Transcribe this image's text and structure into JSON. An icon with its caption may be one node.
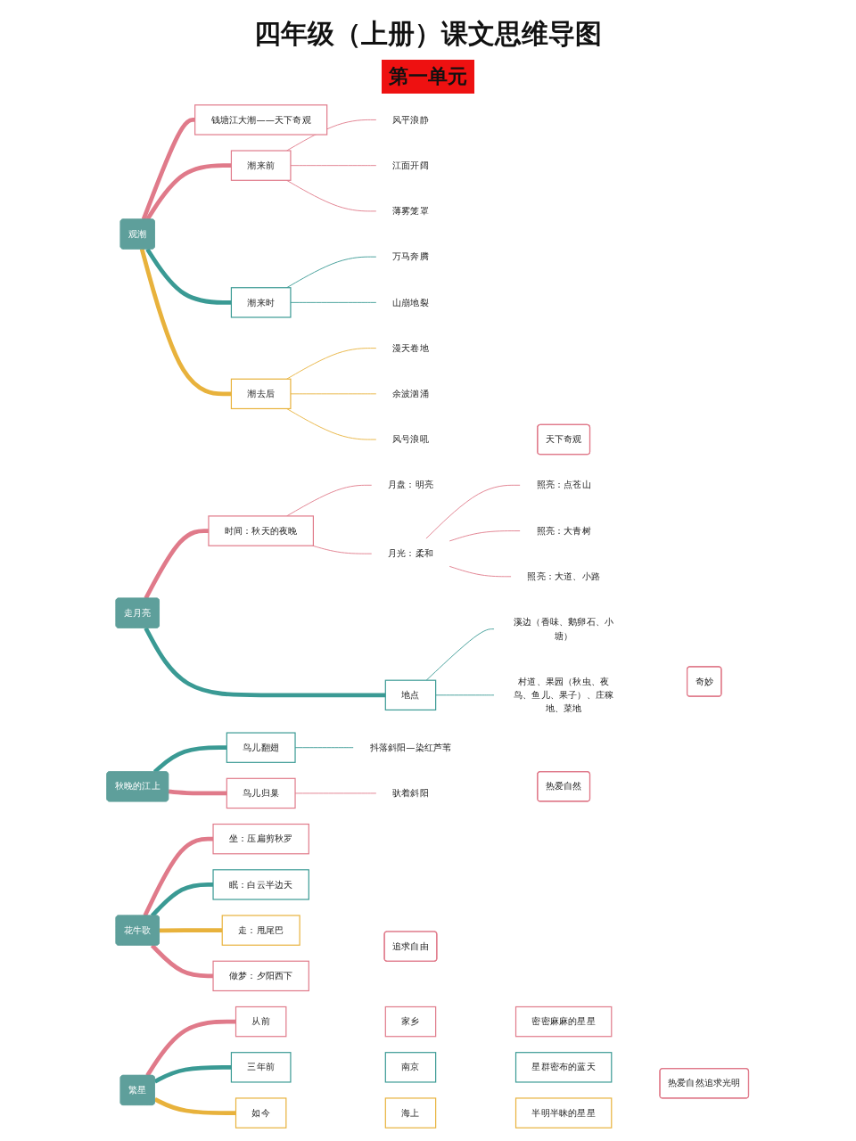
{
  "diagram": {
    "title": "四年级（上册）课文思维导图",
    "nodes": [
      {
        "text": [
          "观潮"
        ]
      },
      {
        "text": [
          "钱塘江大潮——天下奇观"
        ]
      },
      {
        "text": [
          "潮来前"
        ]
      },
      {
        "text": [
          "风平浪静"
        ]
      },
      {
        "text": [
          "江面开阔"
        ]
      },
      {
        "text": [
          "薄雾笼罩"
        ]
      },
      {
        "text": [
          "潮来时"
        ]
      },
      {
        "text": [
          "万马奔腾"
        ]
      },
      {
        "text": [
          "山崩地裂"
        ]
      },
      {
        "text": [
          "潮去后"
        ]
      },
      {
        "text": [
          "漫天卷地"
        ]
      },
      {
        "text": [
          "余波汹涌"
        ]
      },
      {
        "text": [
          "风号浪吼"
        ]
      },
      {
        "text": [
          "天下奇观"
        ]
      },
      {
        "text": [
          "走月亮"
        ]
      },
      {
        "text": [
          "时间：秋天的夜晚"
        ]
      },
      {
        "text": [
          "月盘：明亮"
        ]
      },
      {
        "text": [
          "月光：柔和"
        ]
      },
      {
        "text": [
          "照亮：点苍山"
        ]
      },
      {
        "text": [
          "照亮：大青树"
        ]
      },
      {
        "text": [
          "照亮：大道、小路"
        ]
      },
      {
        "text": [
          "奇妙"
        ]
      },
      {
        "text": [
          "地点"
        ]
      },
      {
        "text": [
          "溪边（香味、鹅卵石、小塘）"
        ]
      },
      {
        "text": [
          "村道、果园（秋虫、夜鸟、鱼儿、果子）、庄稼地、菜地"
        ]
      },
      {
        "text": [
          "秋晚的江上"
        ]
      },
      {
        "text": [
          "鸟儿归巢"
        ]
      },
      {
        "text": [
          "驮着斜阳"
        ]
      },
      {
        "text": [
          "鸟儿翻翅"
        ]
      },
      {
        "text": [
          "抖落斜阳—染红芦苇"
        ]
      },
      {
        "text": [
          "热爱自然"
        ]
      },
      {
        "text": [
          "花牛歌"
        ]
      },
      {
        "text": [
          "坐：压扁剪秋罗"
        ]
      },
      {
        "text": [
          "眠：白云半边天"
        ]
      },
      {
        "text": [
          "走：甩尾巴"
        ]
      },
      {
        "text": [
          "做梦：夕阳西下"
        ]
      },
      {
        "text": [
          "追求自由"
        ]
      },
      {
        "text": [
          "繁星"
        ]
      },
      {
        "text": [
          "从前"
        ]
      },
      {
        "text": [
          "家乡"
        ]
      },
      {
        "text": [
          "密密麻麻的星星"
        ]
      },
      {
        "text": [
          "三年前"
        ]
      },
      {
        "text": [
          "南京"
        ]
      },
      {
        "text": [
          "星群密布的蓝天"
        ]
      },
      {
        "text": [
          "如今"
        ]
      },
      {
        "text": [
          "海上"
        ]
      },
      {
        "text": [
          "半明半昧的星星"
        ]
      },
      {
        "text": [
          "热爱自然追求光明"
        ]
      }
    ],
    "edges": [
      {
        "from": 0,
        "to": 1,
        "arrow": "none",
        "style": "thick"
      },
      {
        "from": 0,
        "to": 2,
        "arrow": "none",
        "style": "thick"
      },
      {
        "from": 2,
        "to": 3,
        "arrow": "none"
      },
      {
        "from": 2,
        "to": 4,
        "arrow": "none"
      },
      {
        "from": 2,
        "to": 5,
        "arrow": "none"
      },
      {
        "from": 0,
        "to": 6,
        "arrow": "none",
        "style": "thick",
        "color": "#3a9a94"
      },
      {
        "from": 6,
        "to": 7,
        "arrow": "none",
        "color": "#3a9a94"
      },
      {
        "from": 6,
        "to": 8,
        "arrow": "none",
        "color": "#3a9a94"
      },
      {
        "from": 0,
        "to": 9,
        "arrow": "none",
        "style": "thick",
        "color": "#e8b23c"
      },
      {
        "from": 9,
        "to": 10,
        "arrow": "none",
        "color": "#e8b23c"
      },
      {
        "from": 9,
        "to": 11,
        "arrow": "none",
        "color": "#e8b23c"
      },
      {
        "from": 9,
        "to": 12,
        "arrow": "none",
        "color": "#e8b23c"
      },
      {
        "from": 14,
        "to": 15,
        "arrow": "none",
        "style": "thick"
      },
      {
        "from": 15,
        "to": 16,
        "arrow": "none"
      },
      {
        "from": 15,
        "to": 17,
        "arrow": "none"
      },
      {
        "from": 17,
        "to": 18,
        "arrow": "none"
      },
      {
        "from": 17,
        "to": 19,
        "arrow": "none"
      },
      {
        "from": 17,
        "to": 20,
        "arrow": "none"
      },
      {
        "from": 14,
        "to": 22,
        "arrow": "none",
        "style": "thick",
        "color": "#3a9a94"
      },
      {
        "from": 22,
        "to": 23,
        "arrow": "none",
        "color": "#3a9a94"
      },
      {
        "from": 22,
        "to": 24,
        "arrow": "none",
        "color": "#3a9a94"
      },
      {
        "from": 25,
        "to": 26,
        "arrow": "none",
        "style": "thick"
      },
      {
        "from": 26,
        "to": 27,
        "arrow": "none"
      },
      {
        "from": 25,
        "to": 28,
        "arrow": "none",
        "style": "thick",
        "color": "#3a9a94"
      },
      {
        "from": 28,
        "to": 29,
        "arrow": "none",
        "color": "#3a9a94"
      },
      {
        "from": 31,
        "to": 32,
        "arrow": "none",
        "style": "thick"
      },
      {
        "from": 31,
        "to": 33,
        "arrow": "none",
        "style": "thick",
        "color": "#3a9a94"
      },
      {
        "from": 31,
        "to": 34,
        "arrow": "none",
        "style": "thick",
        "color": "#e8b23c"
      },
      {
        "from": 31,
        "to": 35,
        "arrow": "none",
        "style": "thick"
      },
      {
        "from": 37,
        "to": 38,
        "arrow": "none",
        "style": "thick"
      },
      {
        "from": 37,
        "to": 41,
        "arrow": "none",
        "style": "thick",
        "color": "#3a9a94"
      },
      {
        "from": 37,
        "to": 44,
        "arrow": "none",
        "style": "thick",
        "color": "#e8b23c"
      }
    ],
    "labels": [
      "第一单元"
    ]
  }
}
